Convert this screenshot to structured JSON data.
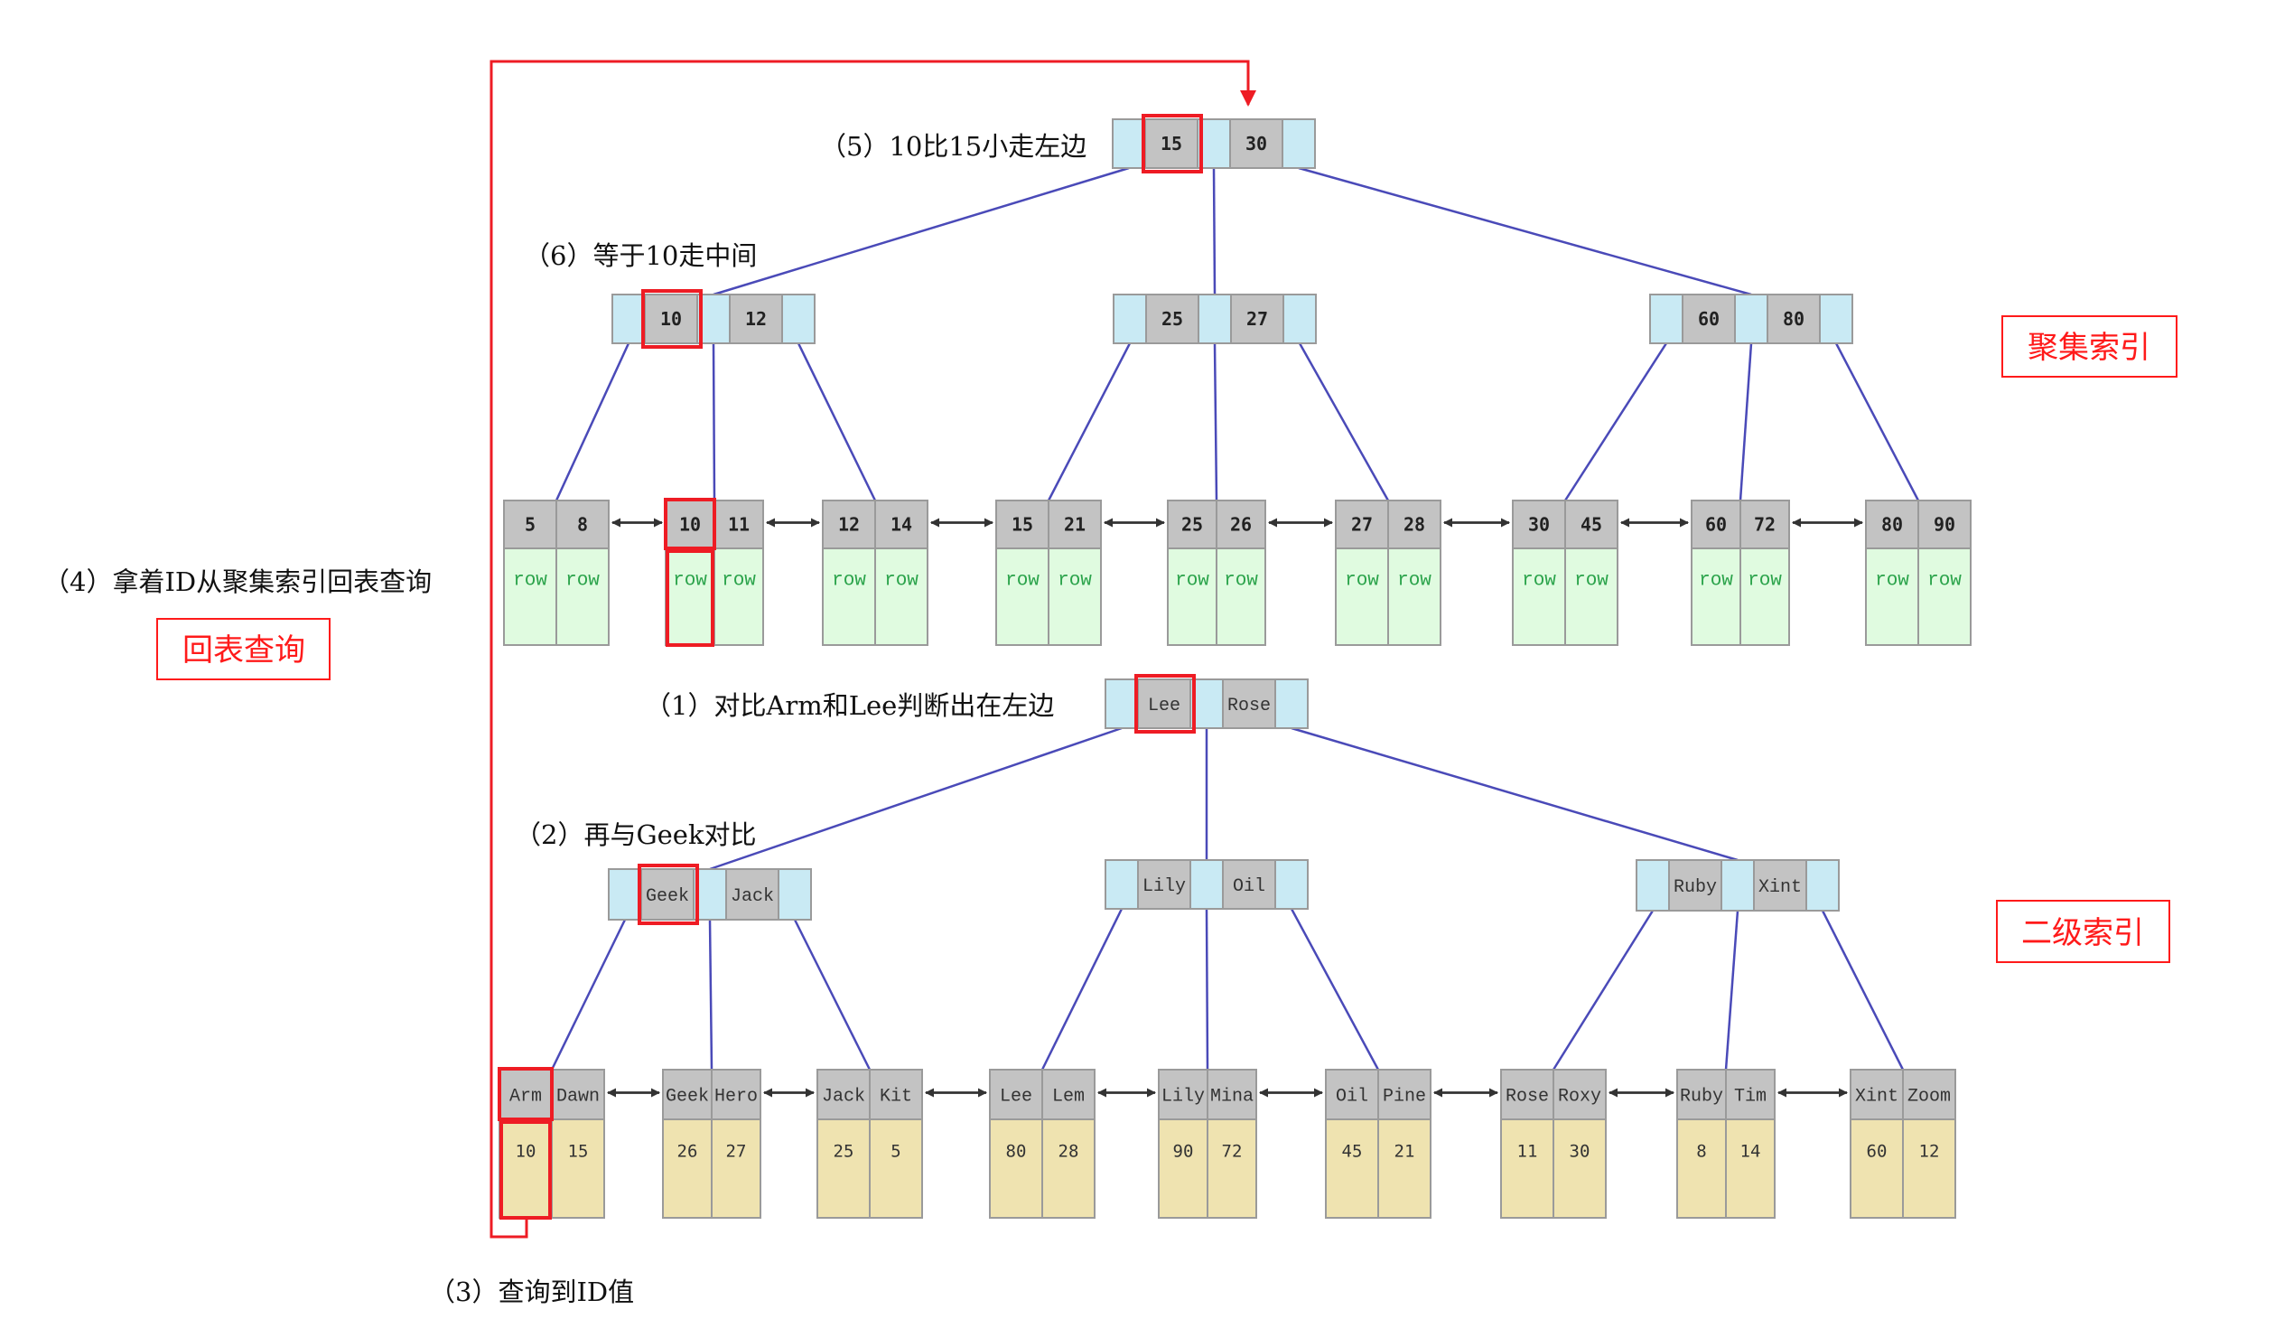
{
  "colors": {
    "pointer_cell": "#c9eaf4",
    "key_cell": "#c3c3c3",
    "cell_border": "#9a9a9a",
    "row_cell": "#e0fbe0",
    "id_cell": "#efe3b0",
    "edge": "#4a4ab8",
    "link_arrow": "#333333",
    "highlight": "#ee1c24",
    "tag": "#ff1a1a"
  },
  "clustered_index": {
    "tag": "聚集索引",
    "root": {
      "keys": [
        "15",
        "30"
      ],
      "highlight_key": 0
    },
    "internal": [
      {
        "keys": [
          "10",
          "12"
        ],
        "highlight_key": 0
      },
      {
        "keys": [
          "25",
          "27"
        ]
      },
      {
        "keys": [
          "60",
          "80"
        ]
      }
    ],
    "leaves": [
      {
        "keys": [
          "5",
          "8"
        ],
        "values": [
          "row",
          "row"
        ]
      },
      {
        "keys": [
          "10",
          "11"
        ],
        "values": [
          "row",
          "row"
        ],
        "highlight_key": 0,
        "highlight_value": 0
      },
      {
        "keys": [
          "12",
          "14"
        ],
        "values": [
          "row",
          "row"
        ]
      },
      {
        "keys": [
          "15",
          "21"
        ],
        "values": [
          "row",
          "row"
        ]
      },
      {
        "keys": [
          "25",
          "26"
        ],
        "values": [
          "row",
          "row"
        ]
      },
      {
        "keys": [
          "27",
          "28"
        ],
        "values": [
          "row",
          "row"
        ]
      },
      {
        "keys": [
          "30",
          "45"
        ],
        "values": [
          "row",
          "row"
        ]
      },
      {
        "keys": [
          "60",
          "72"
        ],
        "values": [
          "row",
          "row"
        ]
      },
      {
        "keys": [
          "80",
          "90"
        ],
        "values": [
          "row",
          "row"
        ]
      }
    ]
  },
  "secondary_index": {
    "tag": "二级索引",
    "root": {
      "keys": [
        "Lee",
        "Rose"
      ],
      "highlight_key": 0
    },
    "internal": [
      {
        "keys": [
          "Geek",
          "Jack"
        ],
        "highlight_key": 0
      },
      {
        "keys": [
          "Lily",
          "Oil"
        ]
      },
      {
        "keys": [
          "Ruby",
          "Xint"
        ]
      }
    ],
    "leaves": [
      {
        "keys": [
          "Arm",
          "Dawn"
        ],
        "values": [
          "10",
          "15"
        ],
        "highlight_key": 0,
        "highlight_value": 0
      },
      {
        "keys": [
          "Geek",
          "Hero"
        ],
        "values": [
          "26",
          "27"
        ]
      },
      {
        "keys": [
          "Jack",
          "Kit"
        ],
        "values": [
          "25",
          "5"
        ]
      },
      {
        "keys": [
          "Lee",
          "Lem"
        ],
        "values": [
          "80",
          "28"
        ]
      },
      {
        "keys": [
          "Lily",
          "Mina"
        ],
        "values": [
          "90",
          "72"
        ]
      },
      {
        "keys": [
          "Oil",
          "Pine"
        ],
        "values": [
          "45",
          "21"
        ]
      },
      {
        "keys": [
          "Rose",
          "Roxy"
        ],
        "values": [
          "11",
          "30"
        ]
      },
      {
        "keys": [
          "Ruby",
          "Tim"
        ],
        "values": [
          "8",
          "14"
        ]
      },
      {
        "keys": [
          "Xint",
          "Zoom"
        ],
        "values": [
          "60",
          "12"
        ]
      }
    ]
  },
  "steps": {
    "step1": "（1）对比Arm和Lee判断出在左边",
    "step2": "（2）再与Geek对比",
    "step3": "（3）查询到ID值",
    "step4": "（4）拿着ID从聚集索引回表查询",
    "step5": "（5）10比15小走左边",
    "step6": "（6）等于10走中间"
  },
  "lookup_tag": "回表查询"
}
